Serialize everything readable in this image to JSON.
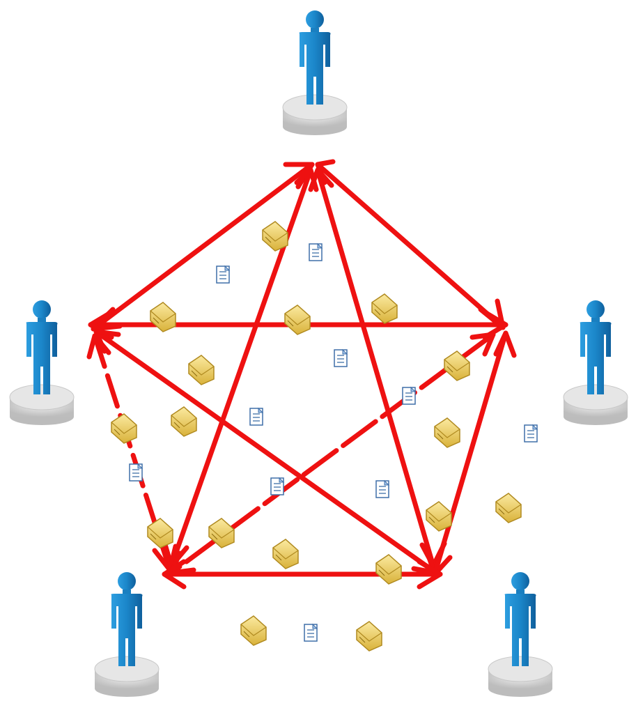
{
  "diagram": {
    "type": "full-mesh-network",
    "nodes": [
      {
        "id": "top",
        "icon": "person-on-pedestal-icon"
      },
      {
        "id": "left",
        "icon": "person-on-pedestal-icon"
      },
      {
        "id": "right",
        "icon": "person-on-pedestal-icon"
      },
      {
        "id": "bottom-left",
        "icon": "person-on-pedestal-icon"
      },
      {
        "id": "bottom-right",
        "icon": "person-on-pedestal-icon"
      }
    ],
    "links": [
      [
        "top",
        "left"
      ],
      [
        "top",
        "right"
      ],
      [
        "top",
        "bottom-left"
      ],
      [
        "top",
        "bottom-right"
      ],
      [
        "left",
        "right"
      ],
      [
        "left",
        "bottom-left"
      ],
      [
        "left",
        "bottom-right"
      ],
      [
        "right",
        "bottom-left"
      ],
      [
        "right",
        "bottom-right"
      ],
      [
        "bottom-left",
        "bottom-right"
      ]
    ],
    "link_style": {
      "color": "#ee1111",
      "arrowheads": "both-ends",
      "dashed": [
        "right-bottom-left",
        "left-bottom-left"
      ]
    },
    "message_icons": [
      "envelope-icon",
      "document-icon"
    ],
    "colors": {
      "person": "#1f86c8",
      "pedestal": "#d9d9d9",
      "arrow": "#ee1111",
      "envelope": "#f2d36b",
      "document": "#5b8fc9"
    }
  }
}
